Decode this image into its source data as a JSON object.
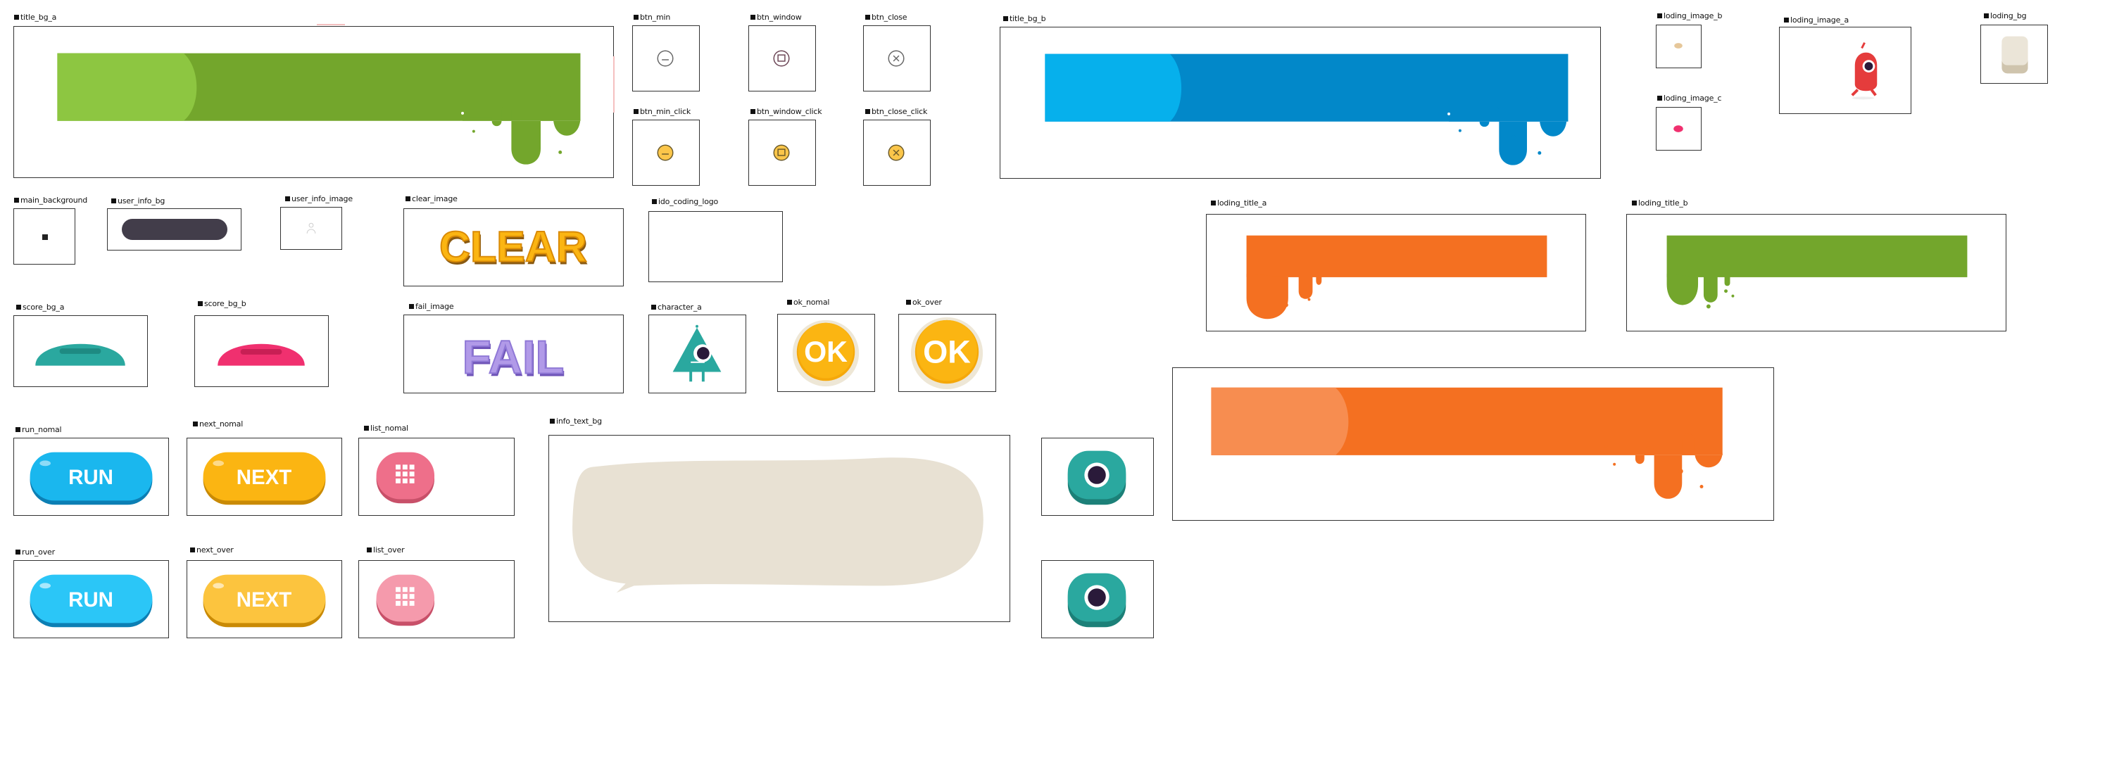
{
  "labels": {
    "title_bg_a": "title_bg_a",
    "btn_min": "btn_min",
    "btn_window": "btn_window",
    "btn_close": "btn_close",
    "btn_min_click": "btn_min_click",
    "btn_window_click": "btn_window_click",
    "btn_close_click": "btn_close_click",
    "title_bg_b": "title_bg_b",
    "loding_image_b": "loding_image_b",
    "loding_image_a": "loding_image_a",
    "loding_bg": "loding_bg",
    "loding_image_c": "loding_image_c",
    "main_background": "main_background",
    "user_info_bg": "user_info_bg",
    "user_info_image": "user_info_image",
    "clear_image": "clear_image",
    "ido_coding_logo": "ido_coding_logo",
    "loding_title_a": "loding_title_a",
    "loding_title_b": "loding_title_b",
    "score_bg_a": "score_bg_a",
    "score_bg_b": "score_bg_b",
    "fail_image": "fail_image",
    "character_a": "character_a",
    "ok_nomal": "ok_nomal",
    "ok_over": "ok_over",
    "run_nomal": "run_nomal",
    "next_nomal": "next_nomal",
    "list_nomal": "list_nomal",
    "info_text_bg": "info_text_bg",
    "run_over": "run_over",
    "next_over": "next_over",
    "list_over": "list_over"
  },
  "texts": {
    "clear": "CLEAR",
    "fail": "FAIL",
    "ok": "OK",
    "run": "RUN",
    "next": "NEXT"
  },
  "colors": {
    "green": "#73a62c",
    "green_light": "#8dc641",
    "blue": "#0288c9",
    "blue_light": "#06b0ec",
    "orange": "#f47021",
    "orange_light": "#f78d50",
    "teal": "#2aa89f",
    "pink": "#f0306f",
    "yellow": "#fbb512",
    "run_blue": "#1ab7ee",
    "list_pink": "#ee6f8a",
    "bubble": "#e8e1d3"
  },
  "icons": {
    "minimize": "minimize-icon",
    "window": "window-icon",
    "close": "close-icon",
    "grid": "grid-icon",
    "camera": "camera-icon",
    "user": "user-icon",
    "robot": "robot-icon"
  }
}
